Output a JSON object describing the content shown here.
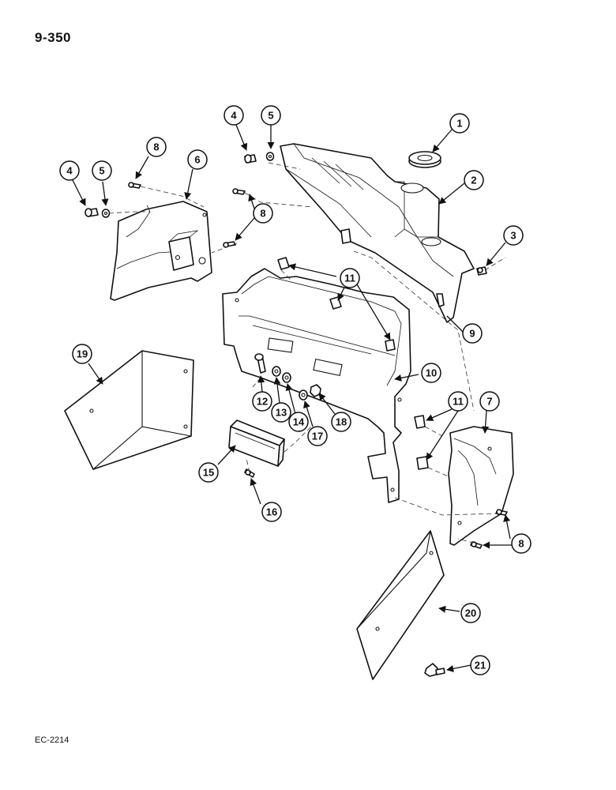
{
  "page_number": "9-350",
  "doc_code": "EC-2214",
  "callouts": [
    "1",
    "2",
    "3",
    "4",
    "4",
    "5",
    "5",
    "6",
    "7",
    "8",
    "8",
    "8",
    "9",
    "10",
    "11",
    "11",
    "12",
    "13",
    "14",
    "15",
    "16",
    "17",
    "18",
    "19",
    "20",
    "21"
  ]
}
